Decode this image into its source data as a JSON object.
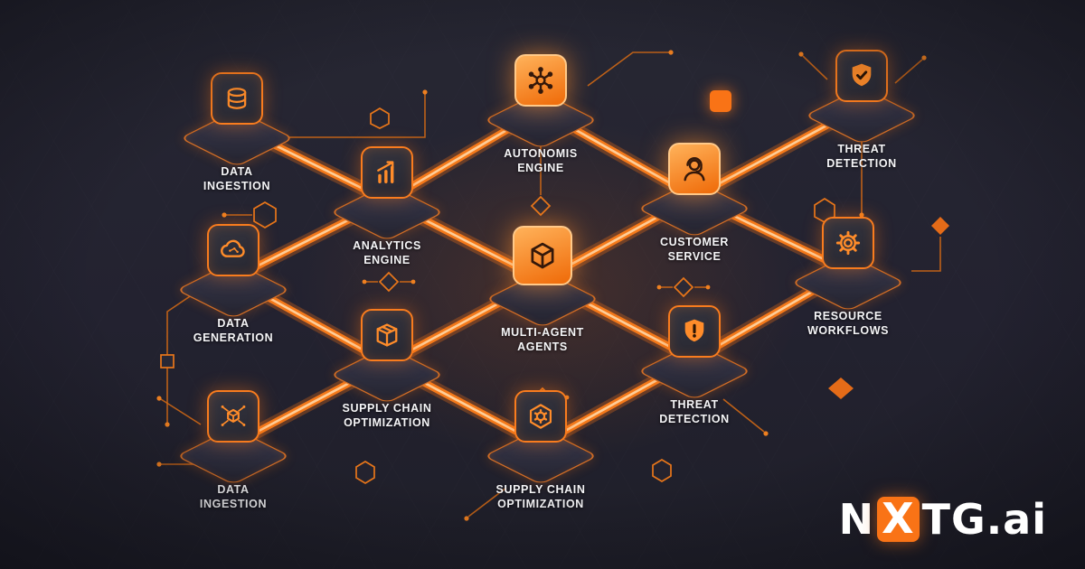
{
  "colors": {
    "background": "#24242f",
    "accent": "#f97316",
    "beam": "#f4791a",
    "beam_core": "#ffd3a0",
    "label": "#f5f5f7",
    "logo_text": "#ffffff"
  },
  "nodes": [
    {
      "id": "data-ingestion-top",
      "line1": "DATA",
      "line2": "INGESTION",
      "icon": "database-icon"
    },
    {
      "id": "autonomis-engine",
      "line1": "AUTONOMIS",
      "line2": "ENGINE",
      "icon": "network-hub-icon"
    },
    {
      "id": "threat-detection-top",
      "line1": "THREAT",
      "line2": "DETECTION",
      "icon": "shield-check-icon"
    },
    {
      "id": "analytics-engine",
      "line1": "ANALYTICS",
      "line2": "ENGINE",
      "icon": "bar-chart-icon"
    },
    {
      "id": "customer-service",
      "line1": "CUSTOMER",
      "line2": "SERVICE",
      "icon": "headset-icon"
    },
    {
      "id": "multi-agent-agents",
      "line1": "MULTI-AGENT",
      "line2": "AGENTS",
      "icon": "cube-icon"
    },
    {
      "id": "data-generation",
      "line1": "DATA",
      "line2": "GENERATION",
      "icon": "cloud-icon"
    },
    {
      "id": "resource-workflows",
      "line1": "RESOURCE",
      "line2": "WORKFLOWS",
      "icon": "gear-icon"
    },
    {
      "id": "supply-chain-optimization-mid",
      "line1": "SUPPLY CHAIN",
      "line2": "OPTIMIZATION",
      "icon": "package-icon"
    },
    {
      "id": "threat-detection-lower",
      "line1": "THREAT",
      "line2": "DETECTION",
      "icon": "shield-alert-icon"
    },
    {
      "id": "data-ingestion-bottom",
      "line1": "DATA",
      "line2": "INGESTION",
      "icon": "node-cube-icon"
    },
    {
      "id": "supply-chain-optimization-bottom",
      "line1": "SUPPLY CHAIN",
      "line2": "OPTIMIZATION",
      "icon": "gear-hex-icon"
    }
  ],
  "connections": [
    [
      "data-ingestion-top",
      "analytics-engine"
    ],
    [
      "analytics-engine",
      "autonomis-engine"
    ],
    [
      "autonomis-engine",
      "customer-service"
    ],
    [
      "customer-service",
      "threat-detection-top"
    ],
    [
      "analytics-engine",
      "multi-agent-agents"
    ],
    [
      "multi-agent-agents",
      "customer-service"
    ],
    [
      "data-generation",
      "analytics-engine"
    ],
    [
      "data-generation",
      "supply-chain-optimization-mid"
    ],
    [
      "supply-chain-optimization-mid",
      "multi-agent-agents"
    ],
    [
      "multi-agent-agents",
      "threat-detection-lower"
    ],
    [
      "threat-detection-lower",
      "resource-workflows"
    ],
    [
      "customer-service",
      "resource-workflows"
    ],
    [
      "data-ingestion-bottom",
      "supply-chain-optimization-mid"
    ],
    [
      "supply-chain-optimization-mid",
      "supply-chain-optimization-bottom"
    ],
    [
      "supply-chain-optimization-bottom",
      "threat-detection-lower"
    ]
  ],
  "logo": {
    "n": "N",
    "x": "X",
    "tg": "TG",
    "ai": ".ai"
  }
}
